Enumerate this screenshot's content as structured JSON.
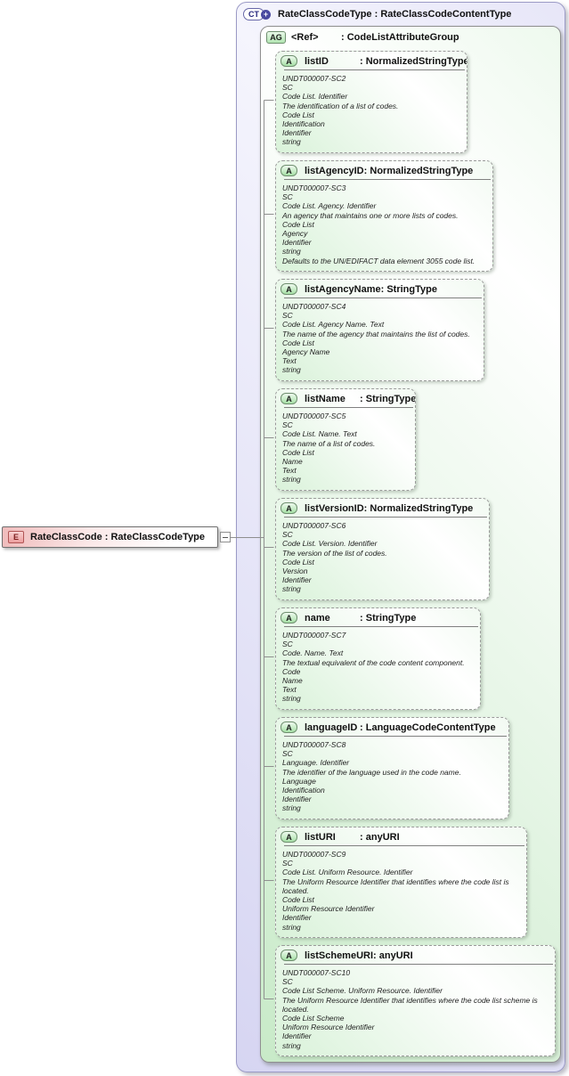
{
  "icons": {
    "element": "E",
    "complex_type": "CT",
    "expand": "+",
    "attribute_group": "AG",
    "attribute": "A",
    "collapse": "-"
  },
  "colors": {
    "complex_type_fill": "#d6d5f2",
    "complex_type_border": "#9b9ac6",
    "group_fill": "#c8eac8",
    "element_fill": "#f0bcbc",
    "connector": "#8f8f8f"
  },
  "element": {
    "label": "RateClassCode : RateClassCodeType"
  },
  "complex_type": {
    "title": "RateClassCodeType : RateClassCodeContentType",
    "attribute_group": {
      "name": "<Ref>",
      "type": "CodeListAttributeGroup",
      "attributes": [
        {
          "name": "listID",
          "type": "NormalizedStringType",
          "doc": [
            "UNDT000007-SC2",
            "SC",
            "Code List. Identifier",
            "The identification of a list of codes.",
            "Code List",
            "Identification",
            "Identifier",
            "string"
          ]
        },
        {
          "name": "listAgencyID",
          "type": "NormalizedStringType",
          "doc": [
            "UNDT000007-SC3",
            "SC",
            "Code List. Agency. Identifier",
            "An agency that maintains one or more lists of codes.",
            "Code List",
            "Agency",
            "Identifier",
            "string",
            "Defaults to the UN/EDIFACT data element 3055 code list."
          ]
        },
        {
          "name": "listAgencyName",
          "type": "StringType",
          "doc": [
            "UNDT000007-SC4",
            "SC",
            "Code List. Agency Name. Text",
            "The name of the agency that maintains the list of codes.",
            "Code List",
            "Agency Name",
            "Text",
            "string"
          ]
        },
        {
          "name": "listName",
          "type": "StringType",
          "doc": [
            "UNDT000007-SC5",
            "SC",
            "Code List. Name. Text",
            "The name of a list of codes.",
            "Code List",
            "Name",
            "Text",
            "string"
          ]
        },
        {
          "name": "listVersionID",
          "type": "NormalizedStringType",
          "doc": [
            "UNDT000007-SC6",
            "SC",
            "Code List. Version. Identifier",
            "The version of the list of codes.",
            "Code List",
            "Version",
            "Identifier",
            "string"
          ]
        },
        {
          "name": "name",
          "type": "StringType",
          "doc": [
            "UNDT000007-SC7",
            "SC",
            "Code. Name. Text",
            "The textual equivalent of the code content component.",
            "Code",
            "Name",
            "Text",
            "string"
          ]
        },
        {
          "name": "languageID",
          "type": "LanguageCodeContentType",
          "doc": [
            "UNDT000007-SC8",
            "SC",
            "Language. Identifier",
            "The identifier of the language used in the code name.",
            "Language",
            "Identification",
            "Identifier",
            "string"
          ]
        },
        {
          "name": "listURI",
          "type": "anyURI",
          "doc": [
            "UNDT000007-SC9",
            "SC",
            "Code List. Uniform Resource. Identifier",
            "The Uniform Resource Identifier that identifies where the code list is located.",
            "Code List",
            "Uniform Resource Identifier",
            "Identifier",
            "string"
          ]
        },
        {
          "name": "listSchemeURI",
          "type": "anyURI",
          "doc": [
            "UNDT000007-SC10",
            "SC",
            "Code List Scheme. Uniform Resource. Identifier",
            "The Uniform Resource Identifier that identifies where the code list scheme is located.",
            "Code List Scheme",
            "Uniform Resource Identifier",
            "Identifier",
            "string"
          ]
        }
      ]
    }
  }
}
